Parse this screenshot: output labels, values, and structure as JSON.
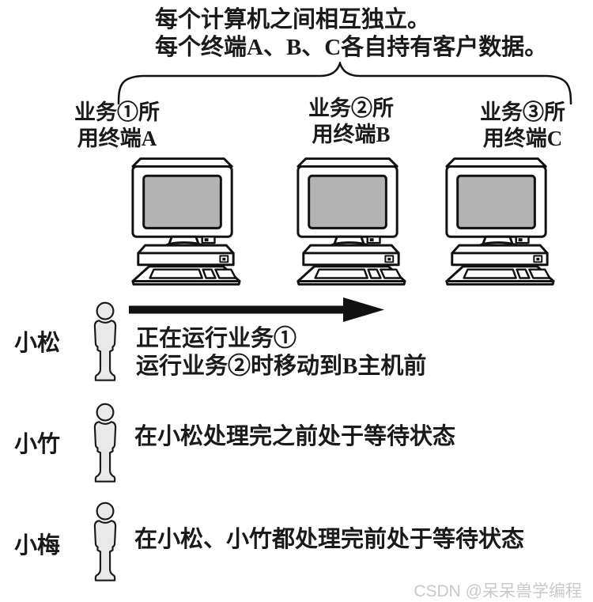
{
  "header": {
    "line1": "每个计算机之间相互独立。",
    "line2": "每个终端A、B、C各自持有客户数据。"
  },
  "terminals": [
    {
      "label_line1": "业务①所",
      "label_line2": "用终端A"
    },
    {
      "label_line1": "业务②所",
      "label_line2": "用终端B"
    },
    {
      "label_line1": "业务③所",
      "label_line2": "用终端C"
    }
  ],
  "actors": [
    {
      "name": "小松",
      "line1": "正在运行业务①",
      "line2": "运行业务②时移动到B主机前"
    },
    {
      "name": "小竹",
      "line1": "在小松处理完之前处于等待状态",
      "line2": ""
    },
    {
      "name": "小梅",
      "line1": "在小松、小竹都处理完前处于等待状态",
      "line2": ""
    }
  ],
  "watermark": "CSDN @呆呆兽学编程",
  "colors": {
    "outline": "#111111",
    "screen_gray": "#b3b3b3",
    "person_fill": "#e9e9e9",
    "watermark_gray": "#c9c9c9"
  }
}
